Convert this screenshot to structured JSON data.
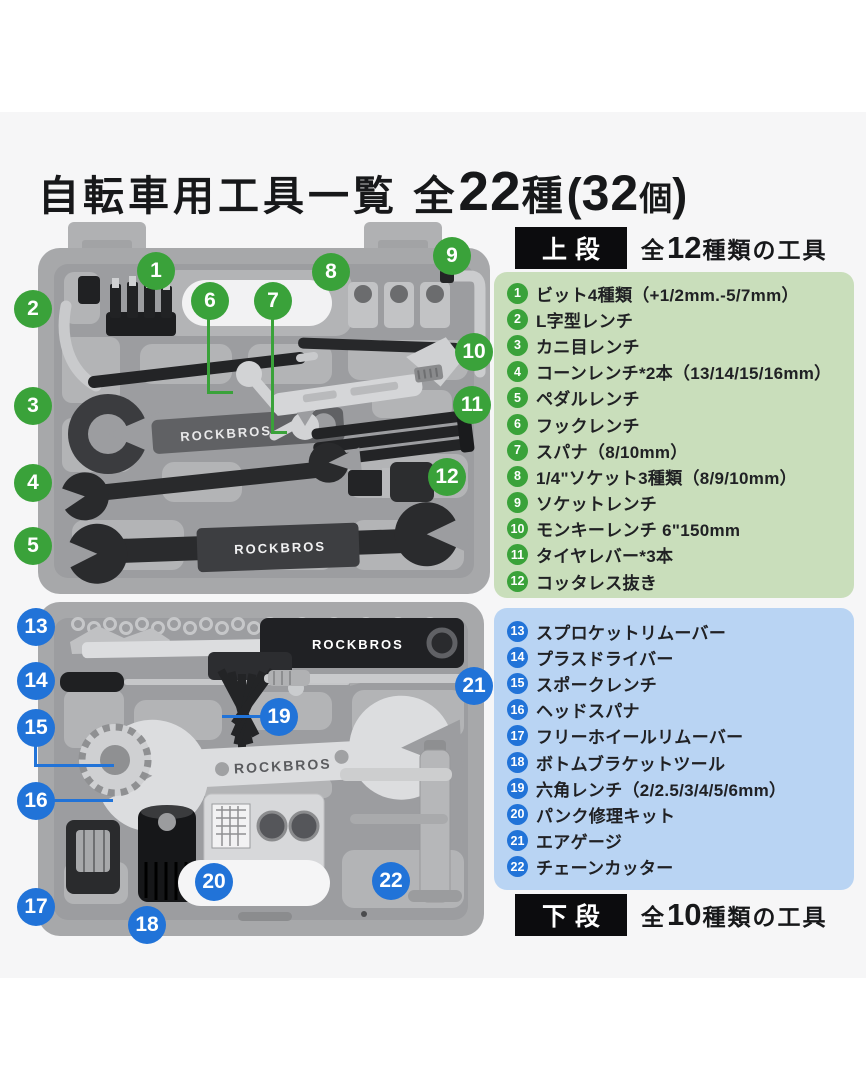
{
  "title": {
    "seg1": "自転車用工具一覧 全",
    "big1": "22",
    "seg2": "種",
    "paren_open": "(",
    "big2": "32",
    "small": "個",
    "paren_close": ")"
  },
  "brand": "ROCKBROS",
  "colors": {
    "upper_accent": "#3aa23a",
    "upper_panel": "#c9debb",
    "lower_accent": "#2173d8",
    "lower_panel": "#b9d4f3",
    "header_badge": "#0c0c0e",
    "background": "#f6f6f7"
  },
  "sections": {
    "upper": {
      "tag": "上段",
      "label_pre": "全",
      "label_num": "12",
      "label_post": "種類の工具",
      "items": [
        {
          "num": "1",
          "label": "ビット4種類（+1/2mm.-5/7mm）"
        },
        {
          "num": "2",
          "label": "L字型レンチ"
        },
        {
          "num": "3",
          "label": "カニ目レンチ"
        },
        {
          "num": "4",
          "label": "コーンレンチ*2本（13/14/15/16mm）"
        },
        {
          "num": "5",
          "label": "ペダルレンチ"
        },
        {
          "num": "6",
          "label": "フックレンチ"
        },
        {
          "num": "7",
          "label": "スパナ（8/10mm）"
        },
        {
          "num": "8",
          "label": "1/4\"ソケット3種類（8/9/10mm）"
        },
        {
          "num": "9",
          "label": "ソケットレンチ"
        },
        {
          "num": "10",
          "label": "モンキーレンチ 6\"150mm"
        },
        {
          "num": "11",
          "label": "タイヤレバー*3本"
        },
        {
          "num": "12",
          "label": "コッタレス抜き"
        }
      ]
    },
    "lower": {
      "tag": "下段",
      "label_pre": "全",
      "label_num": "10",
      "label_post": "種類の工具",
      "items": [
        {
          "num": "13",
          "label": "スプロケットリムーバー"
        },
        {
          "num": "14",
          "label": "プラスドライバー"
        },
        {
          "num": "15",
          "label": "スポークレンチ"
        },
        {
          "num": "16",
          "label": "ヘッドスパナ"
        },
        {
          "num": "17",
          "label": "フリーホイールリムーバー"
        },
        {
          "num": "18",
          "label": "ボトムブラケットツール"
        },
        {
          "num": "19",
          "label": "六角レンチ（2/2.5/3/4/5/6mm）"
        },
        {
          "num": "20",
          "label": "パンク修理キット"
        },
        {
          "num": "21",
          "label": "エアゲージ"
        },
        {
          "num": "22",
          "label": "チェーンカッター"
        }
      ]
    }
  }
}
